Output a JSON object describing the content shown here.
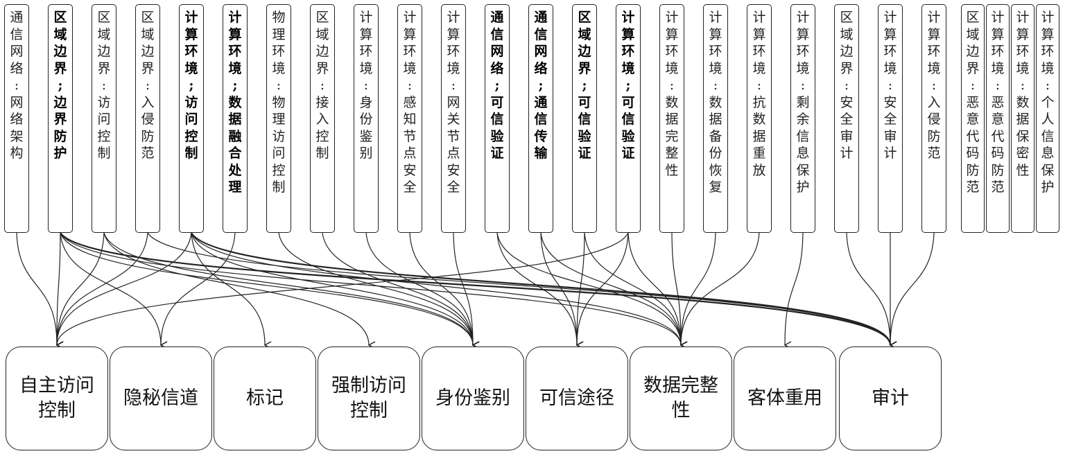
{
  "sources": [
    {
      "label": "通信网络:网络架构",
      "bold": false
    },
    {
      "label": "区域边界;边界防护",
      "bold": true
    },
    {
      "label": "区域边界:访问控制",
      "bold": false
    },
    {
      "label": "区域边界:入侵防范",
      "bold": false
    },
    {
      "label": "计算环境;访问控制",
      "bold": true
    },
    {
      "label": "计算环境;数据融合处理",
      "bold": true
    },
    {
      "label": "物理环境:物理访问控制",
      "bold": false
    },
    {
      "label": "区域边界:接入控制",
      "bold": false
    },
    {
      "label": "计算环境:身份鉴别",
      "bold": false
    },
    {
      "label": "计算环境:感知节点安全",
      "bold": false
    },
    {
      "label": "计算环境:网关节点安全",
      "bold": false
    },
    {
      "label": "通信网络;可信验证",
      "bold": true
    },
    {
      "label": "通信网络;通信传输",
      "bold": true
    },
    {
      "label": "区域边界;可信验证",
      "bold": true
    },
    {
      "label": "计算环境;可信验证",
      "bold": true
    },
    {
      "label": "计算环境:数据完整性",
      "bold": false
    },
    {
      "label": "计算环境:数据备份恢复",
      "bold": false
    },
    {
      "label": "计算环境:抗数据重放",
      "bold": false
    },
    {
      "label": "计算环境:剩余信息保护",
      "bold": false
    },
    {
      "label": "区域边界:安全审计",
      "bold": false
    },
    {
      "label": "计算环境:安全审计",
      "bold": false
    },
    {
      "label": "计算环境:入侵防范",
      "bold": false
    },
    {
      "label": "区域边界:恶意代码防范",
      "bold": false
    },
    {
      "label": "计算环境:恶意代码防范",
      "bold": false
    },
    {
      "label": "计算环境:数据保密性",
      "bold": false
    },
    {
      "label": "计算环境:个人信息保护",
      "bold": false
    }
  ],
  "targets": [
    {
      "label": "自主访问控制"
    },
    {
      "label": "隐秘信道"
    },
    {
      "label": "标记"
    },
    {
      "label": "强制访问控制"
    },
    {
      "label": "身份鉴别"
    },
    {
      "label": "可信途径"
    },
    {
      "label": "数据完整性"
    },
    {
      "label": "客体重用"
    },
    {
      "label": "审计"
    }
  ],
  "links": [
    {
      "from": 0,
      "to": 0
    },
    {
      "from": 1,
      "to": 0
    },
    {
      "from": 1,
      "to": 1
    },
    {
      "from": 1,
      "to": 4
    },
    {
      "from": 1,
      "to": 6
    },
    {
      "from": 1,
      "to": 8
    },
    {
      "from": 2,
      "to": 0
    },
    {
      "from": 2,
      "to": 4
    },
    {
      "from": 3,
      "to": 0
    },
    {
      "from": 3,
      "to": 8
    },
    {
      "from": 4,
      "to": 0
    },
    {
      "from": 4,
      "to": 2
    },
    {
      "from": 4,
      "to": 4
    },
    {
      "from": 4,
      "to": 6
    },
    {
      "from": 4,
      "to": 8
    },
    {
      "from": 5,
      "to": 1
    },
    {
      "from": 6,
      "to": 4
    },
    {
      "from": 7,
      "to": 4
    },
    {
      "from": 8,
      "to": 4
    },
    {
      "from": 9,
      "to": 4
    },
    {
      "from": 10,
      "to": 4
    },
    {
      "from": 11,
      "to": 5
    },
    {
      "from": 11,
      "to": 6
    },
    {
      "from": 12,
      "to": 5
    },
    {
      "from": 12,
      "to": 6
    },
    {
      "from": 13,
      "to": 5
    },
    {
      "from": 13,
      "to": 6
    },
    {
      "from": 14,
      "to": 0
    },
    {
      "from": 14,
      "to": 5
    },
    {
      "from": 14,
      "to": 6
    },
    {
      "from": 15,
      "to": 6
    },
    {
      "from": 16,
      "to": 6
    },
    {
      "from": 17,
      "to": 6
    },
    {
      "from": 18,
      "to": 7
    },
    {
      "from": 19,
      "to": 8
    },
    {
      "from": 20,
      "to": 8
    },
    {
      "from": 21,
      "to": 8
    },
    {
      "from": 2,
      "to": 3
    }
  ]
}
